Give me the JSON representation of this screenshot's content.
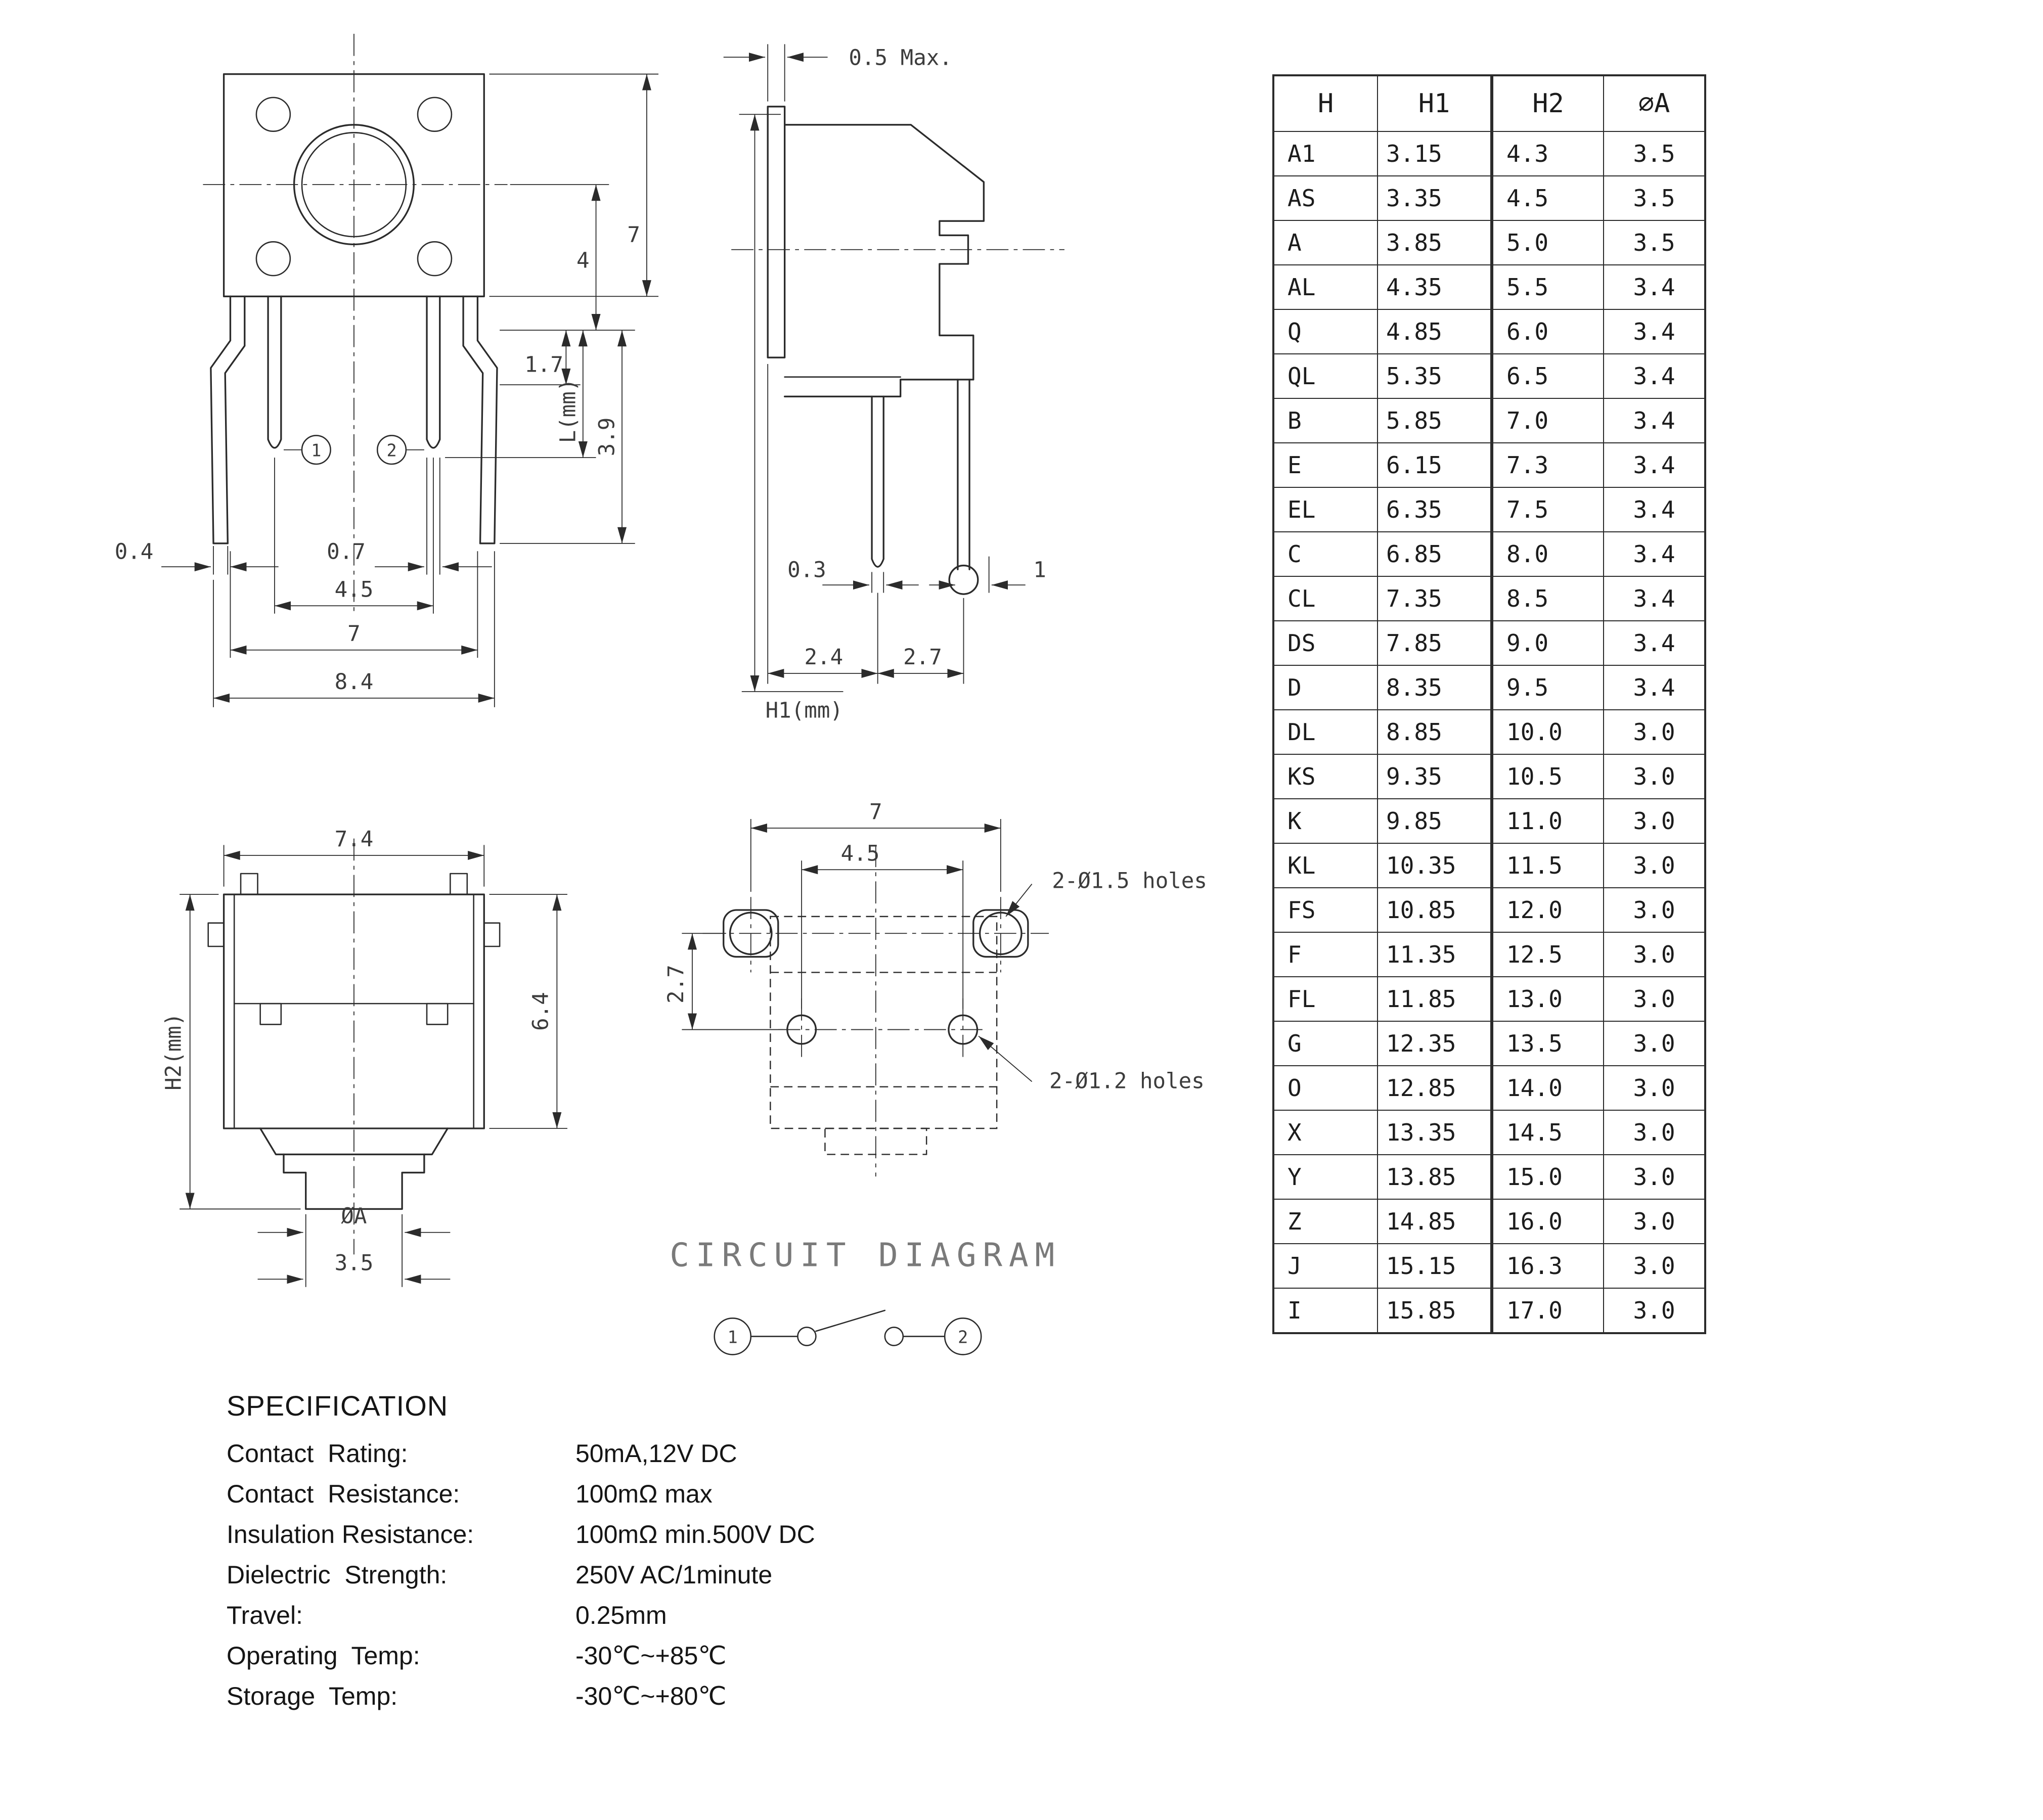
{
  "front_view": {
    "pin1": "1",
    "pin2": "2",
    "dim_0_4": "0.4",
    "dim_0_7": "0.7",
    "dim_4_5": "4.5",
    "dim_7_width": "7",
    "dim_8_4": "8.4",
    "dim_4": "4",
    "dim_7_height": "7",
    "dim_1_7": "1.7",
    "dim_L": "L(mm)",
    "dim_3_9": "3.9"
  },
  "side_view": {
    "dim_0_5": "0.5 Max.",
    "dim_0_3": "0.3",
    "dim_1": "1",
    "dim_2_4": "2.4",
    "dim_2_7": "2.7",
    "dim_H1": "H1(mm)"
  },
  "h2_view": {
    "dim_7_4": "7.4",
    "dim_6_4": "6.4",
    "dim_H2": "H2(mm)",
    "dim_phiA": "ØA",
    "dim_3_5": "3.5"
  },
  "bottom_view": {
    "dim_7": "7",
    "dim_4_5": "4.5",
    "dim_2_7": "2.7",
    "holes_1_5": "2-Ø1.5 holes",
    "holes_1_2": "2-Ø1.2 holes"
  },
  "circuit": {
    "title": "CIRCUIT DIAGRAM",
    "t1": "1",
    "t2": "2"
  },
  "table": {
    "headers": [
      "H",
      "H1",
      "H2",
      "∅A"
    ],
    "rows": [
      [
        "A1",
        "3.15",
        "4.3",
        "3.5"
      ],
      [
        "AS",
        "3.35",
        "4.5",
        "3.5"
      ],
      [
        "A",
        "3.85",
        "5.0",
        "3.5"
      ],
      [
        "AL",
        "4.35",
        "5.5",
        "3.4"
      ],
      [
        "Q",
        "4.85",
        "6.0",
        "3.4"
      ],
      [
        "QL",
        "5.35",
        "6.5",
        "3.4"
      ],
      [
        "B",
        "5.85",
        "7.0",
        "3.4"
      ],
      [
        "E",
        "6.15",
        "7.3",
        "3.4"
      ],
      [
        "EL",
        "6.35",
        "7.5",
        "3.4"
      ],
      [
        "C",
        "6.85",
        "8.0",
        "3.4"
      ],
      [
        "CL",
        "7.35",
        "8.5",
        "3.4"
      ],
      [
        "DS",
        "7.85",
        "9.0",
        "3.4"
      ],
      [
        "D",
        "8.35",
        "9.5",
        "3.4"
      ],
      [
        "DL",
        "8.85",
        "10.0",
        "3.0"
      ],
      [
        "KS",
        "9.35",
        "10.5",
        "3.0"
      ],
      [
        "K",
        "9.85",
        "11.0",
        "3.0"
      ],
      [
        "KL",
        "10.35",
        "11.5",
        "3.0"
      ],
      [
        "FS",
        "10.85",
        "12.0",
        "3.0"
      ],
      [
        "F",
        "11.35",
        "12.5",
        "3.0"
      ],
      [
        "FL",
        "11.85",
        "13.0",
        "3.0"
      ],
      [
        "G",
        "12.35",
        "13.5",
        "3.0"
      ],
      [
        "O",
        "12.85",
        "14.0",
        "3.0"
      ],
      [
        "X",
        "13.35",
        "14.5",
        "3.0"
      ],
      [
        "Y",
        "13.85",
        "15.0",
        "3.0"
      ],
      [
        "Z",
        "14.85",
        "16.0",
        "3.0"
      ],
      [
        "J",
        "15.15",
        "16.3",
        "3.0"
      ],
      [
        "I",
        "15.85",
        "17.0",
        "3.0"
      ]
    ]
  },
  "spec": {
    "title": "SPECIFICATION",
    "items": [
      {
        "label": "Contact  Rating:",
        "value": "50mA,12V DC"
      },
      {
        "label": "Contact  Resistance:",
        "value": "100mΩ max"
      },
      {
        "label": "Insulation Resistance:",
        "value": "100mΩ min.500V DC"
      },
      {
        "label": "Dielectric  Strength:",
        "value": "250V AC/1minute"
      },
      {
        "label": "Travel:",
        "value": "0.25mm"
      },
      {
        "label": "Operating  Temp:",
        "value": "-30℃~+85℃"
      },
      {
        "label": "Storage  Temp:",
        "value": "-30℃~+80℃"
      }
    ]
  }
}
